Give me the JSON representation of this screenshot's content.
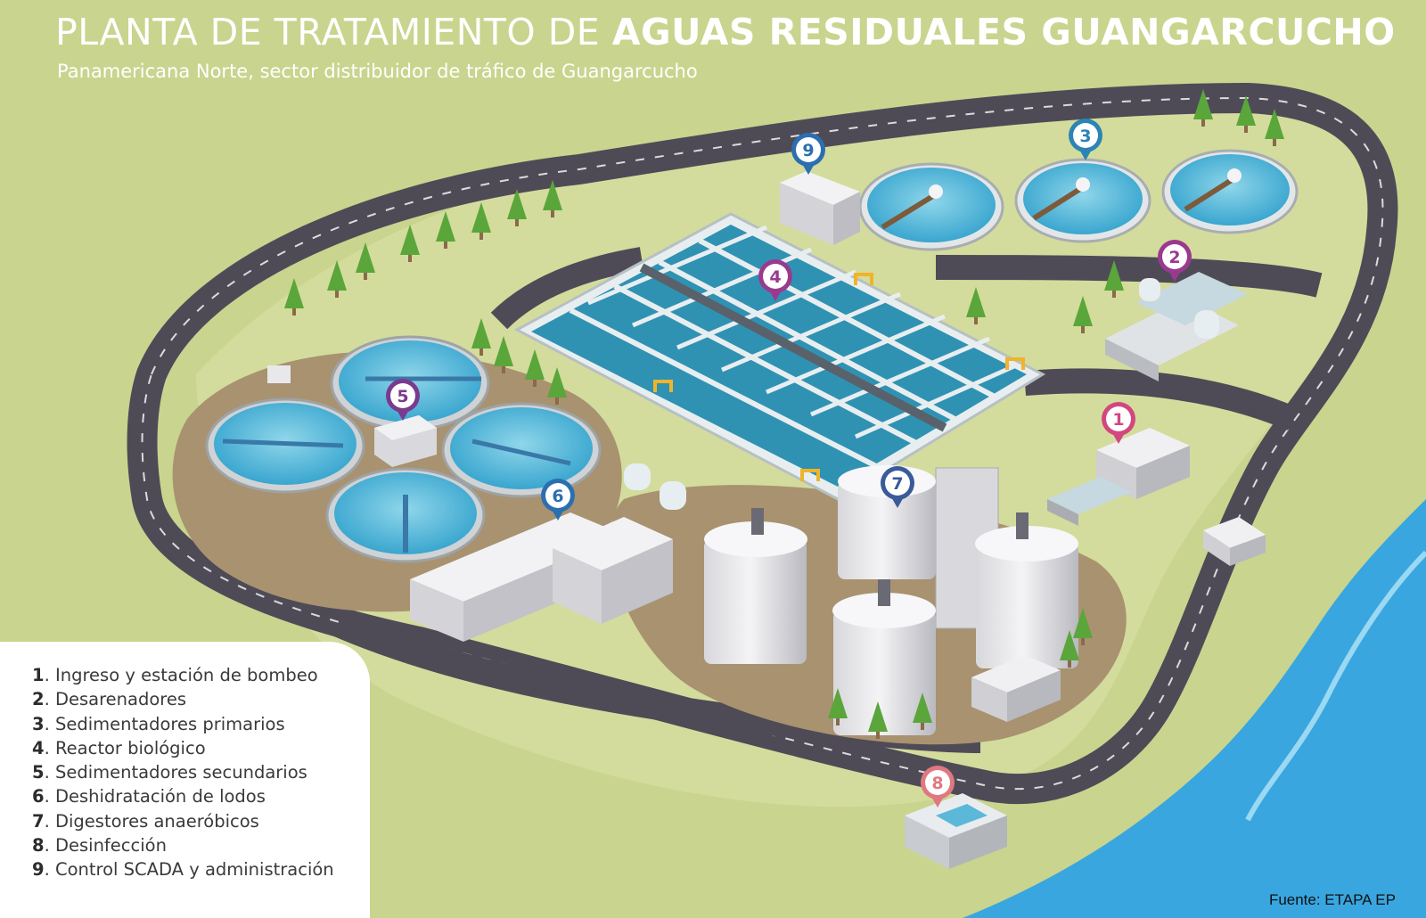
{
  "title": {
    "prefix": "PLANTA DE TRATAMIENTO DE ",
    "emphasis": "AGUAS RESIDUALES GUANGARCUCHO"
  },
  "subtitle": "Panamericana Norte, sector distribuidor de tráfico de Guangarcucho",
  "markers": [
    {
      "num": "1",
      "color": "#d2477f"
    },
    {
      "num": "2",
      "color": "#9a3a8f"
    },
    {
      "num": "3",
      "color": "#2b84b3"
    },
    {
      "num": "4",
      "color": "#9a3a8f"
    },
    {
      "num": "5",
      "color": "#7a3a8f"
    },
    {
      "num": "6",
      "color": "#2b6fb0"
    },
    {
      "num": "7",
      "color": "#3a5a9a"
    },
    {
      "num": "8",
      "color": "#e07880"
    },
    {
      "num": "9",
      "color": "#2b6fb0"
    }
  ],
  "legend": [
    {
      "num": "1",
      "text": ". Ingreso y estación de bombeo"
    },
    {
      "num": "2",
      "text": ". Desarenadores"
    },
    {
      "num": "3",
      "text": ". Sedimentadores primarios"
    },
    {
      "num": "4",
      "text": ". Reactor biológico"
    },
    {
      "num": "5",
      "text": ". Sedimentadores secundarios"
    },
    {
      "num": "6",
      "text": ". Deshidratación de lodos"
    },
    {
      "num": "7",
      "text": ". Digestores anaeróbicos"
    },
    {
      "num": "8",
      "text": ". Desinfección"
    },
    {
      "num": "9",
      "text": ". Control SCADA y administración"
    }
  ],
  "source": "Fuente: ETAPA EP",
  "colors": {
    "grass": "#c9d48e",
    "road": "#4e4b57",
    "water": "#5cb8d8",
    "river": "#39a6e0",
    "tree": "#5aa63a"
  }
}
